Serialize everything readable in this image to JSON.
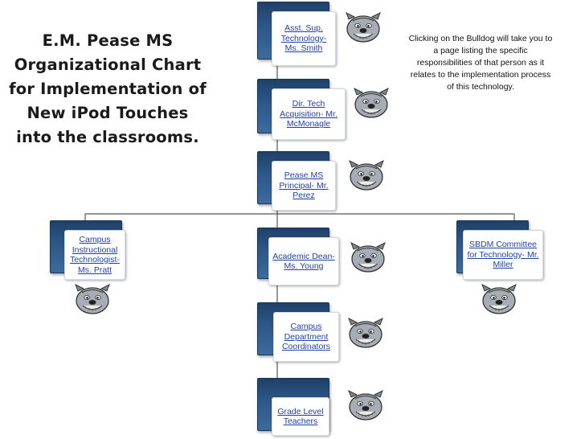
{
  "title": "E.M. Pease MS Organizational Chart for Implementation of New iPod Touches into the classrooms.",
  "note": "Clicking on the Bulldog will take you to a page listing the specific responsibilities of that person as it relates to the implementation process of this technology.",
  "icon": "bulldog-icon",
  "colors": {
    "box_back": "#2c5686",
    "link": "#1f3fae",
    "connector": "#555555"
  },
  "nodes": {
    "asst_sup": "Asst. Sup. Technology- Ms. Smith",
    "dir_tech": "Dir. Tech Acquisition- Mr. McMonagle",
    "principal": "Pease MS Principal- Mr. Perez",
    "campus_tech": "Campus Instructional Technologist- Ms. Pratt",
    "dean": "Academic Dean- Ms. Young",
    "sbdm": "SBDM Committee for Technology- Mr. Miller",
    "coordinators": "Campus Department Coordinators",
    "grade_level": "Grade Level Teachers"
  }
}
